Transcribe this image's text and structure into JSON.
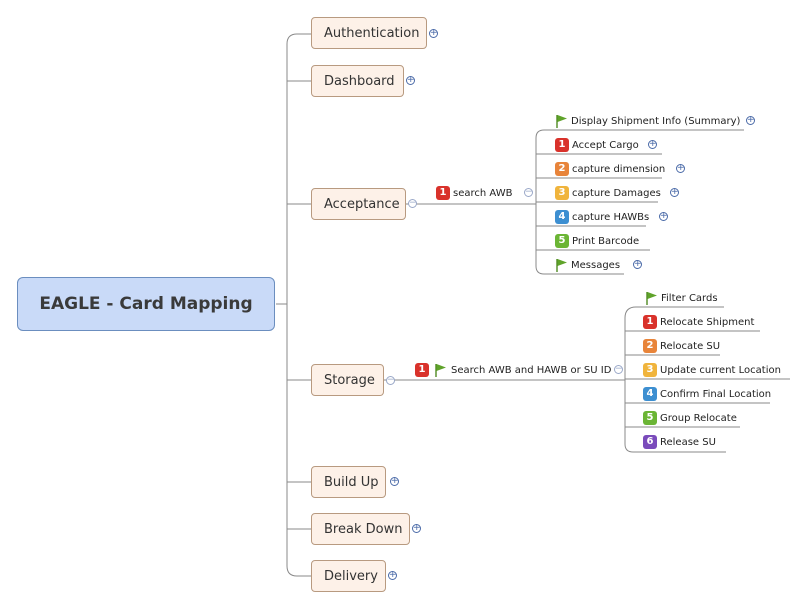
{
  "central": "EAGLE - Card Mapping",
  "colors": {
    "p1": "#d9322b",
    "p2": "#e8843a",
    "p3": "#f0b43c",
    "p4": "#3d8fd1",
    "p5": "#6bb535",
    "p6": "#7a4bbb",
    "flag": "#5fa32a"
  },
  "topics": {
    "authentication": "Authentication",
    "dashboard": "Dashboard",
    "acceptance": "Acceptance",
    "storage": "Storage",
    "buildup": "Build Up",
    "breakdown": "Break Down",
    "delivery": "Delivery"
  },
  "acceptance": {
    "search": {
      "priority": "1",
      "label": "search AWB"
    },
    "children": [
      {
        "icon": "flag-icon",
        "label": "Display Shipment Info  (Summary)"
      },
      {
        "priority": "1",
        "label": "Accept Cargo"
      },
      {
        "priority": "2",
        "label": "capture dimension"
      },
      {
        "priority": "3",
        "label": "capture Damages"
      },
      {
        "priority": "4",
        "label": "capture HAWBs"
      },
      {
        "priority": "5",
        "label": "Print Barcode"
      },
      {
        "icon": "flag-icon",
        "label": "Messages"
      }
    ]
  },
  "storage": {
    "search": {
      "priority": "1",
      "icon": "flag-icon",
      "label": "Search AWB and HAWB or SU ID"
    },
    "children": [
      {
        "icon": "flag-icon",
        "label": "Filter Cards"
      },
      {
        "priority": "1",
        "label": "Relocate Shipment"
      },
      {
        "priority": "2",
        "label": "Relocate SU"
      },
      {
        "priority": "3",
        "label": "Update current Location"
      },
      {
        "priority": "4",
        "label": "Confirm Final Location"
      },
      {
        "priority": "5",
        "label": "Group Relocate"
      },
      {
        "priority": "6",
        "label": "Release SU"
      }
    ]
  }
}
